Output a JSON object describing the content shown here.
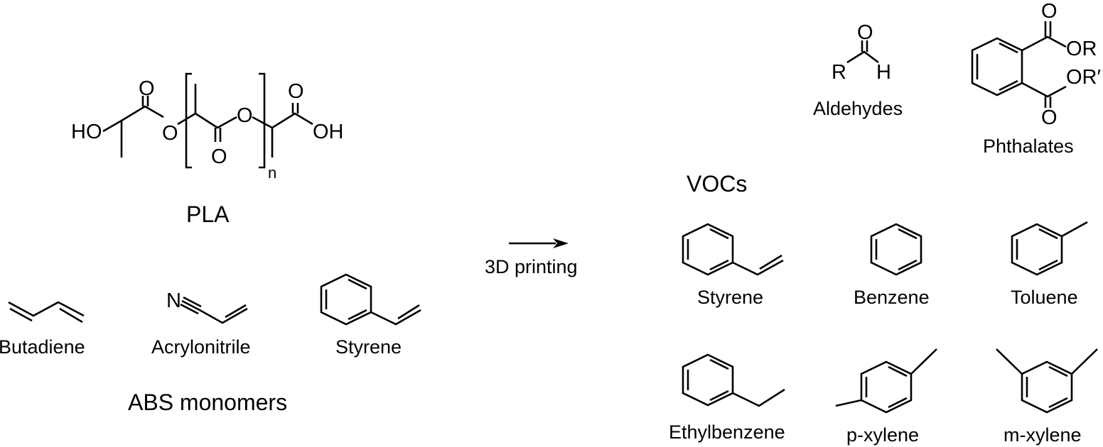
{
  "atoms": {
    "ho": "HO",
    "o": "O",
    "oh": "OH",
    "n_sub": "n",
    "n": "N",
    "r": "R",
    "h": "H",
    "or": "OR",
    "or_prime": "OR′"
  },
  "labels": {
    "pla": "PLA",
    "butadiene": "Butadiene",
    "acrylonitrile": "Acrylonitrile",
    "styrene_abs": "Styrene",
    "abs_monomers": "ABS monomers",
    "arrow": "3D printing",
    "aldehydes": "Aldehydes",
    "phthalates": "Phthalates",
    "vocs": "VOCs",
    "styrene": "Styrene",
    "benzene": "Benzene",
    "toluene": "Toluene",
    "ethylbenzene": "Ethylbenzene",
    "p_xylene": "p-xylene",
    "m_xylene": "m-xylene"
  }
}
